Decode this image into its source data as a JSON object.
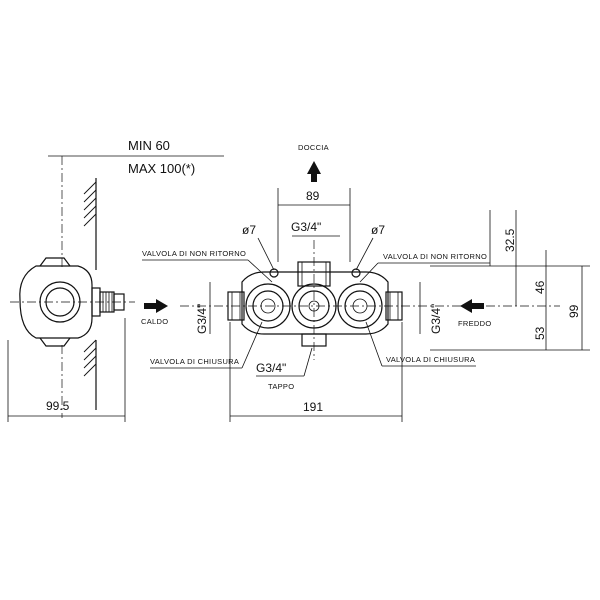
{
  "labels": {
    "min": "MIN 60",
    "max": "MAX 100(*)",
    "doccia": "DOCCIA",
    "caldo": "CALDO",
    "freddo": "FREDDO",
    "tappo": "TAPPO",
    "valvola_non_ritorno_left": "VALVOLA DI NON RITORNO",
    "valvola_non_ritorno_right": "VALVOLA DI NON RITORNO",
    "valvola_chiusura_left": "VALVOLA DI CHIUSURA",
    "valvola_chiusura_right": "VALVOLA DI CHIUSURA"
  },
  "dimensions": {
    "side_depth": "99.5",
    "top_width": "89",
    "top_thread": "G3/4\"",
    "hole_left": "ø7",
    "hole_right": "ø7",
    "left_thread": "G3/4\"",
    "right_thread": "G3/4\"",
    "bottom_thread": "G3/4\"",
    "total_width": "191",
    "height_top": "32.5",
    "height_mid": "46",
    "height_low": "53",
    "height_total": "99"
  }
}
